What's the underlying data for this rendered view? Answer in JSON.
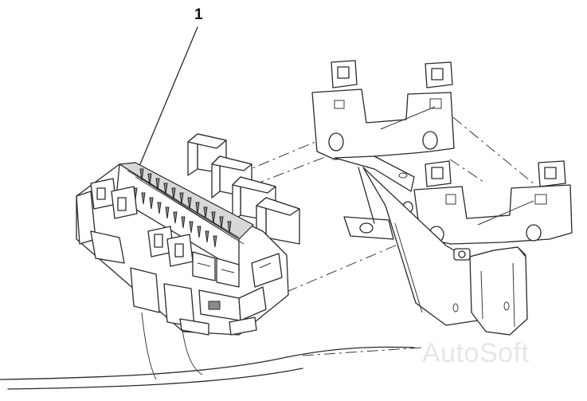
{
  "diagram": {
    "callouts": [
      {
        "id": "1",
        "label": "1"
      }
    ],
    "watermark": "AutoSoft"
  }
}
